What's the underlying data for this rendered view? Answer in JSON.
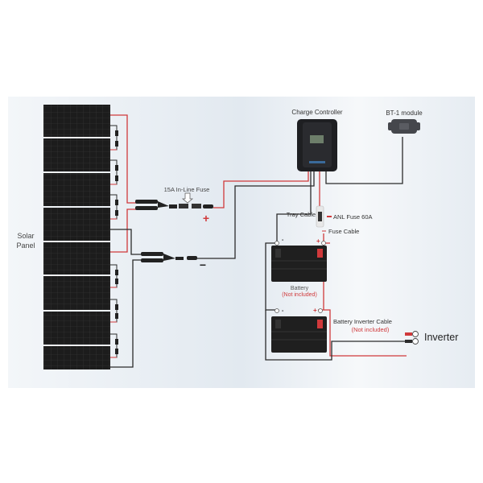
{
  "labels": {
    "solar_panel_line1": "Solar",
    "solar_panel_line2": "Panel",
    "inline_fuse": "15A In-Line Fuse",
    "plus": "+",
    "minus": "−",
    "charge_controller": "Charge Controller",
    "bt_module": "BT-1 module",
    "tray_cable": "Tray Cable",
    "anl_fuse": "ANL Fuse 60A",
    "fuse_cable": "Fuse Cable",
    "battery": "Battery",
    "battery_note": "(Not included)",
    "inverter_cable": "Battery Inverter Cable",
    "inverter_cable_note": "(Not included)",
    "inverter": "Inverter",
    "terminal_neg": "-",
    "terminal_pos": "+"
  },
  "colors": {
    "positive_wire": "#d0393b",
    "negative_wire": "#2b2b2b",
    "panel": "#1c1c1c",
    "background": "#e9eef3"
  }
}
